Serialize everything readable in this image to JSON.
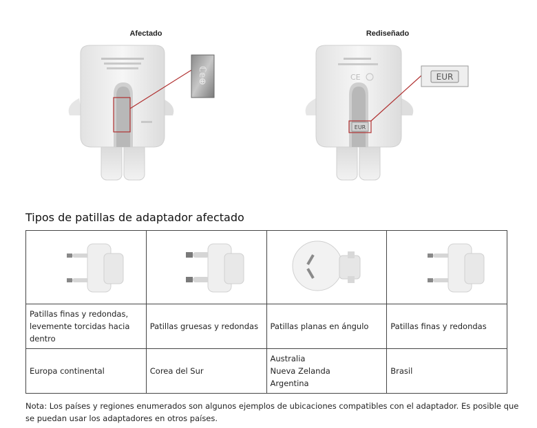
{
  "figure": {
    "affected_label": "Afectado",
    "redesigned_label": "Rediseñado",
    "zoom_badge_text": "EUR",
    "small_badge_text": "EUR"
  },
  "section_title": "Tipos de patillas de adaptador afectado",
  "table": {
    "columns": [
      {
        "pin_icon": "round-pins-plug-icon",
        "description": "Patillas finas y redondas, levemente torcidas hacia dentro",
        "regions": [
          "Europa continental"
        ]
      },
      {
        "pin_icon": "round-pins-plug-icon",
        "description": "Patillas gruesas y redondas",
        "regions": [
          "Corea del Sur"
        ]
      },
      {
        "pin_icon": "angled-flat-pins-plug-icon",
        "description": "Patillas planas en ángulo",
        "regions": [
          "Australia",
          "Nueva Zelanda",
          "Argentina"
        ]
      },
      {
        "pin_icon": "round-pins-plug-icon",
        "description": "Patillas finas y redondas",
        "regions": [
          "Brasil"
        ]
      }
    ]
  },
  "note": "Nota: Los países y regiones enumerados son algunos ejemplos de ubicaciones compatibles con el adaptador. Es posible que se puedan usar los adaptadores en otros países.",
  "colors": {
    "callout_red": "#b03030",
    "plastic": "#eeeeee",
    "border": "#444444"
  }
}
